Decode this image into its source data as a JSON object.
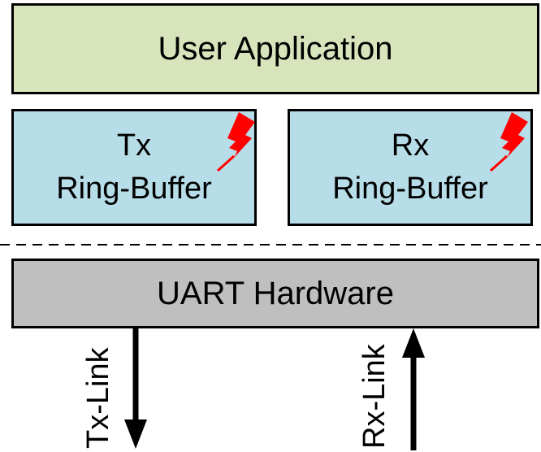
{
  "user_application": {
    "label": "User Application",
    "color": "#d8e4bc"
  },
  "tx_buffer": {
    "line1": "Tx",
    "line2": "Ring-Buffer",
    "color": "#b7dde8"
  },
  "rx_buffer": {
    "line1": "Rx",
    "line2": "Ring-Buffer",
    "color": "#b7dde8"
  },
  "interrupt_icons": [
    "lightning-bolt-icon",
    "lightning-bolt-icon"
  ],
  "uart_hardware": {
    "label": "UART Hardware",
    "color": "#bfbfbf"
  },
  "tx_link": {
    "label": "Tx-Link",
    "direction": "down"
  },
  "rx_link": {
    "label": "Rx-Link",
    "direction": "up"
  },
  "accent_color": "#ff0000"
}
